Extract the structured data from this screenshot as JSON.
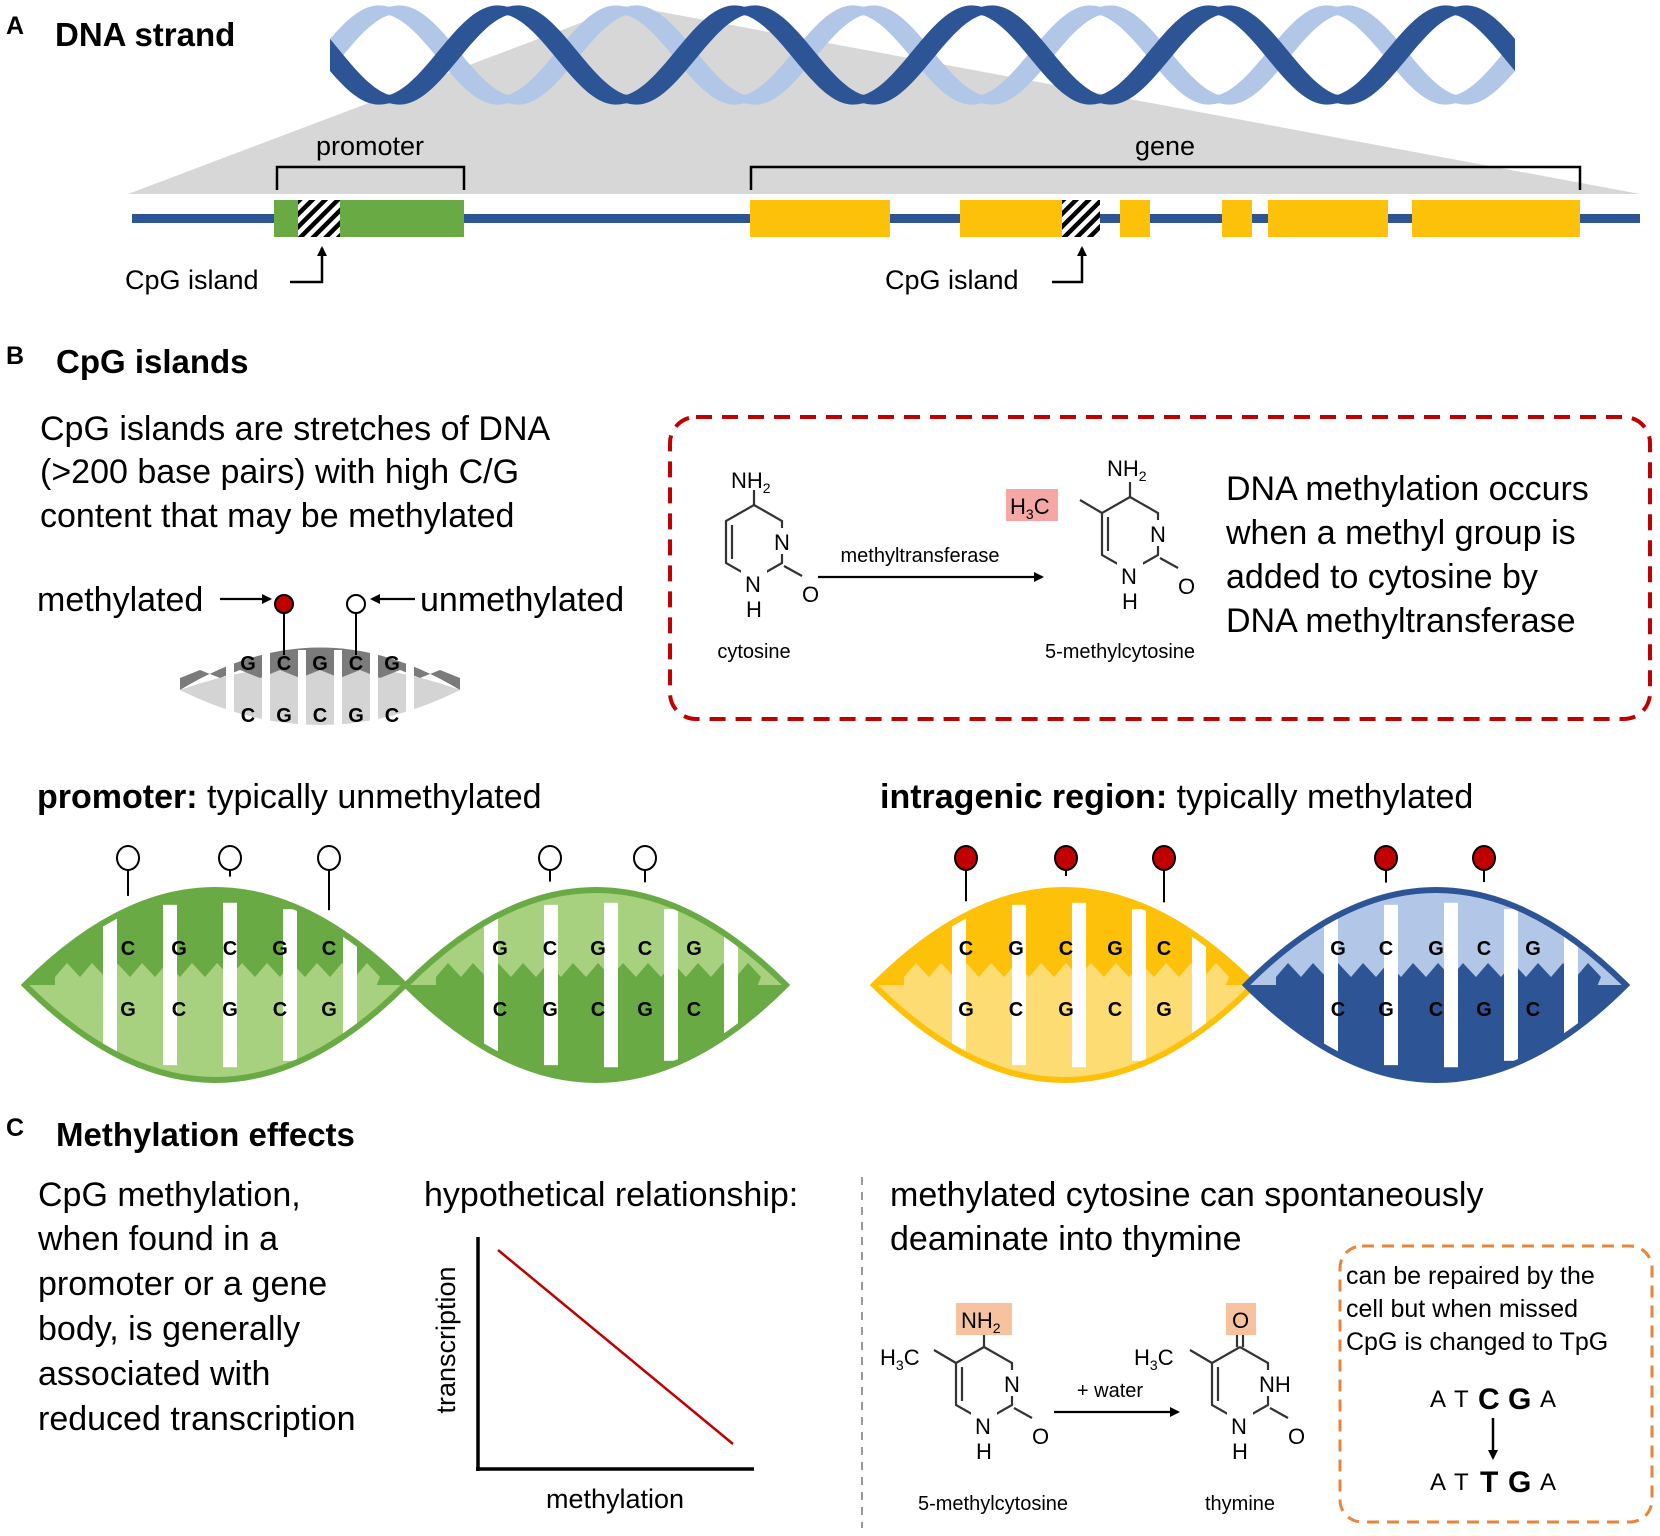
{
  "panel_a": {
    "letter": "A",
    "title": "DNA strand",
    "promoter_label": "promoter",
    "gene_label": "gene",
    "cpg_left": "CpG island",
    "cpg_right": "CpG island"
  },
  "panel_b": {
    "letter": "B",
    "title": "CpG islands",
    "description_lines": [
      "CpG islands are stretches of DNA",
      "(>200 base pairs) with high C/G",
      "content that may be methylated"
    ],
    "methylated_label": "methylated",
    "unmethylated_label": "unmethylated",
    "small_top_bases": [
      "G",
      "C",
      "G",
      "C",
      "G"
    ],
    "small_bottom_bases": [
      "C",
      "G",
      "C",
      "G",
      "C"
    ],
    "reaction": {
      "reactant_group": "NH",
      "sub_2": "2",
      "sub_3": "3",
      "atom_n": "N",
      "atom_nh": "H",
      "atom_o": "O",
      "methyl_h": "H",
      "methyl_c": "C",
      "enzyme": "methyltransferase",
      "reactant_name": "cytosine",
      "product_name": "5-methylcytosine"
    },
    "methylation_lines": [
      "DNA methylation occurs",
      "when a methyl group is",
      "added to cytosine by",
      "DNA methyltransferase"
    ],
    "promoter_heading_bold": "promoter:",
    "promoter_heading_rest": " typically unmethylated",
    "intragenic_heading_bold": "intragenic region:",
    "intragenic_heading_rest": " typically methylated",
    "green1_top": [
      "C",
      "G",
      "C",
      "G",
      "C"
    ],
    "green1_bottom": [
      "G",
      "C",
      "G",
      "C",
      "G"
    ],
    "green2_top": [
      "G",
      "C",
      "G",
      "C",
      "G"
    ],
    "green2_bottom": [
      "C",
      "G",
      "C",
      "G",
      "C"
    ],
    "yellow_top": [
      "C",
      "G",
      "C",
      "G",
      "C"
    ],
    "yellow_bottom": [
      "G",
      "C",
      "G",
      "C",
      "G"
    ],
    "blue_top": [
      "G",
      "C",
      "G",
      "C",
      "G"
    ],
    "blue_bottom": [
      "C",
      "G",
      "C",
      "G",
      "C"
    ]
  },
  "panel_c": {
    "letter": "C",
    "title": "Methylation effects",
    "effect_lines": [
      "CpG methylation,",
      "when found in a",
      "promoter or a gene",
      "body, is generally",
      "associated with",
      "reduced transcription"
    ],
    "hypothetical_label": "hypothetical relationship:",
    "plot_xlabel": "methylation",
    "plot_ylabel": "transcription",
    "deamination_lines": [
      "methylated cytosine can spontaneously",
      "deaminate into thymine"
    ],
    "reagent": "+ water",
    "reactant_name": "5-methylcytosine",
    "product_name": "thymine",
    "repair_lines": [
      "can be repaired by the",
      "cell but when missed",
      "CpG is changed to TpG"
    ],
    "seq_before": {
      "a": "A",
      "t": "T",
      "c": "C",
      "g": "G",
      "a2": "A"
    },
    "seq_after": {
      "a": "A",
      "t": "T",
      "t2": "T",
      "g": "G",
      "a2": "A"
    }
  },
  "colors": {
    "dark_blue": "#2d5596",
    "light_blue": "#b2c7e7",
    "green": "#6aaa45",
    "light_green": "#a7d07f",
    "yellow": "#fdc10a",
    "light_yellow": "#fddc73",
    "grey_dark": "#7b7b7b",
    "grey_light": "#d4d4d4",
    "red": "#c00000",
    "orange": "#e6863e",
    "highlight_red": "#f4a7a4",
    "highlight_orange": "#f7c39f"
  }
}
